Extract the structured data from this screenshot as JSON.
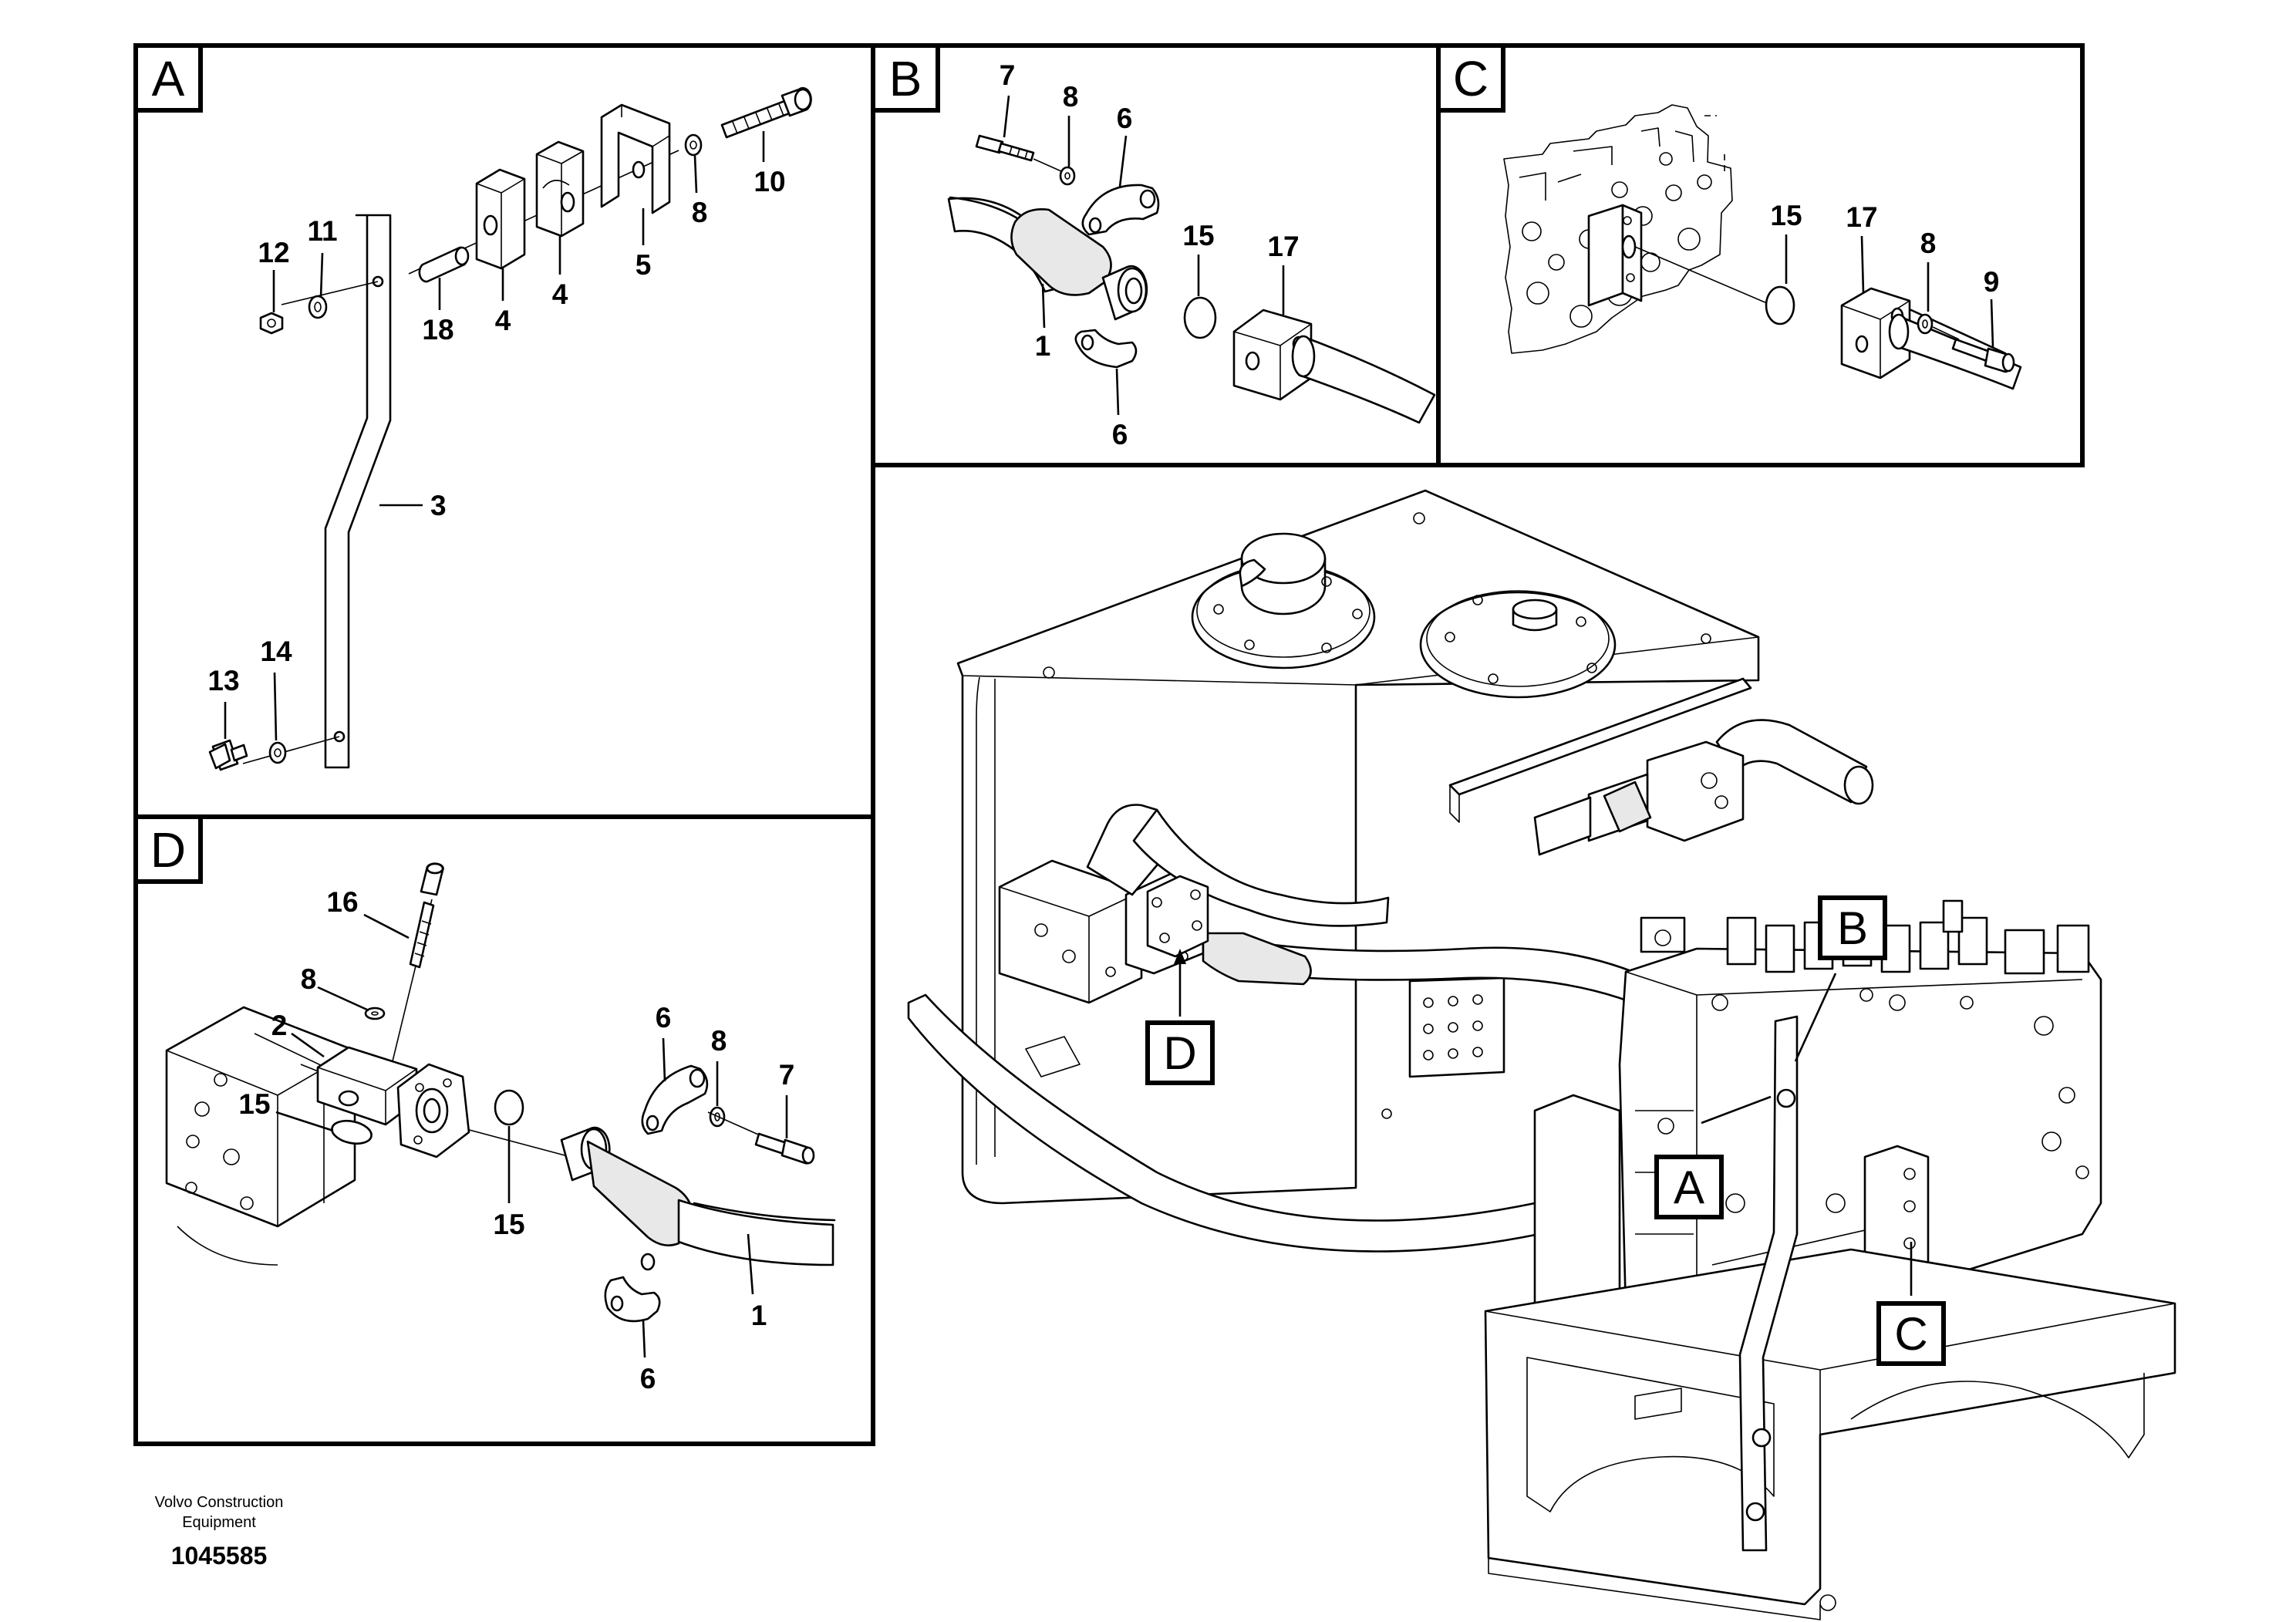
{
  "panels": {
    "a": {
      "tag": "A",
      "labels": {
        "p3": "3",
        "p4a": "4",
        "p4b": "4",
        "p5": "5",
        "p8": "8",
        "p10": "10",
        "p11": "11",
        "p12": "12",
        "p13": "13",
        "p14": "14",
        "p18": "18"
      }
    },
    "b": {
      "tag": "B",
      "labels": {
        "p7": "7",
        "p8": "8",
        "p6a": "6",
        "p15": "15",
        "p17": "17",
        "p1": "1",
        "p6b": "6"
      }
    },
    "c": {
      "tag": "C",
      "labels": {
        "p15": "15",
        "p17": "17",
        "p8": "8",
        "p9": "9"
      }
    },
    "d": {
      "tag": "D",
      "labels": {
        "p16": "16",
        "p8a": "8",
        "p2": "2",
        "p15a": "15",
        "p6a": "6",
        "p8b": "8",
        "p7": "7",
        "p15b": "15",
        "p1": "1",
        "p6b": "6"
      }
    }
  },
  "overview": {
    "callouts": {
      "a": "A",
      "b": "B",
      "c": "C",
      "d": "D"
    }
  },
  "footer": {
    "manufacturer_line1": "Volvo Construction",
    "manufacturer_line2": "Equipment",
    "document_number": "1045585"
  }
}
